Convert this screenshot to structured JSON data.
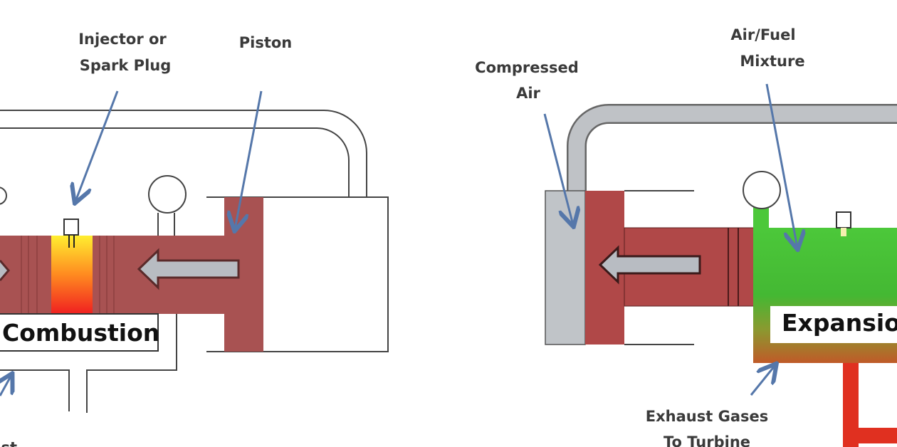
{
  "left_diagram": {
    "labels": {
      "injector_line1": "Injector or",
      "injector_line2": "Spark Plug",
      "piston": "Piston",
      "stage": "Combustion",
      "exhaust": "Exhaust"
    }
  },
  "right_diagram": {
    "labels": {
      "compressed_line1": "Compressed",
      "compressed_line2": "Air",
      "mixture_line1": "Air/Fuel",
      "mixture_line2": "Mixture",
      "stage": "Expansion",
      "exhaust_line1": "Exhaust Gases",
      "exhaust_line2": "To Turbine"
    }
  },
  "colors": {
    "piston": "#a85252",
    "air": "#c0c4c8",
    "mixture": "#44bb33",
    "hot_gas": "#e03020",
    "pointer": "#5577aa"
  }
}
